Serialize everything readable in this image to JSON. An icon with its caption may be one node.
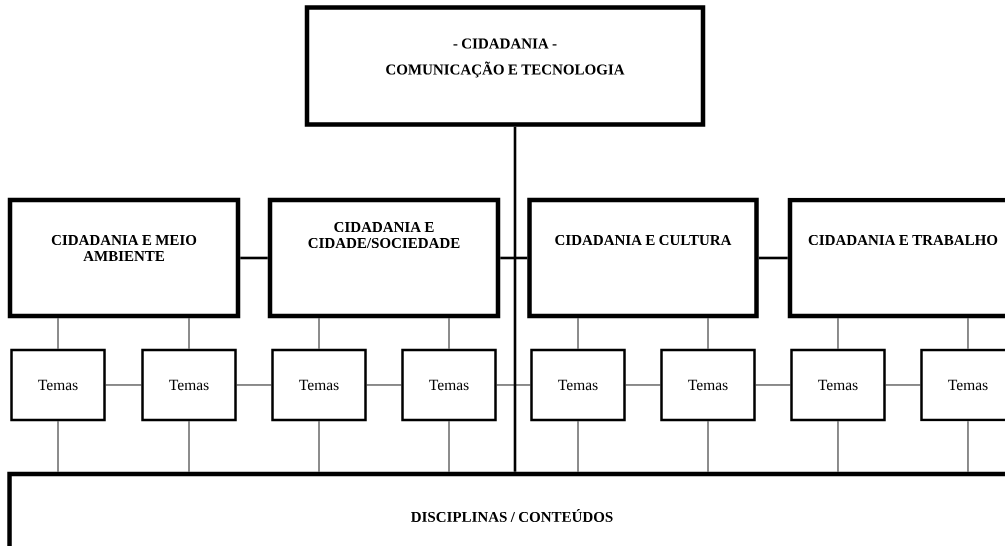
{
  "diagram": {
    "nodes": [
      {
        "text": [
          "- CIDADANIA -",
          "COMUNICAÇÃO E TECNOLOGIA"
        ]
      },
      {
        "text": [
          "CIDADANIA E MEIO AMBIENTE"
        ]
      },
      {
        "text": [
          "CIDADANIA E CIDADE/SOCIEDADE"
        ]
      },
      {
        "text": [
          "CIDADANIA E CULTURA"
        ]
      },
      {
        "text": [
          "CIDADANIA E TRABALHO"
        ]
      },
      {
        "text": [
          "Temas"
        ]
      },
      {
        "text": [
          "Temas"
        ]
      },
      {
        "text": [
          "Temas"
        ]
      },
      {
        "text": [
          "Temas"
        ]
      },
      {
        "text": [
          "Temas"
        ]
      },
      {
        "text": [
          "Temas"
        ]
      },
      {
        "text": [
          "Temas"
        ]
      },
      {
        "text": [
          "Temas"
        ]
      },
      {
        "text": [
          "DISCIPLINAS / CONTEÚDOS"
        ]
      }
    ],
    "edges": [
      {
        "from": 0,
        "to": 13,
        "arrow": "none",
        "style": "thick"
      },
      {
        "from": 1,
        "to": 2,
        "arrow": "none",
        "style": "thick"
      },
      {
        "from": 2,
        "to": 3,
        "arrow": "none",
        "style": "thick"
      },
      {
        "from": 3,
        "to": 4,
        "arrow": "none",
        "style": "thick"
      },
      {
        "from": 1,
        "to": 5,
        "arrow": "none"
      },
      {
        "from": 1,
        "to": 6,
        "arrow": "none"
      },
      {
        "from": 2,
        "to": 7,
        "arrow": "none"
      },
      {
        "from": 2,
        "to": 8,
        "arrow": "none"
      },
      {
        "from": 3,
        "to": 9,
        "arrow": "none"
      },
      {
        "from": 3,
        "to": 10,
        "arrow": "none"
      },
      {
        "from": 4,
        "to": 11,
        "arrow": "none"
      },
      {
        "from": 4,
        "to": 12,
        "arrow": "none"
      },
      {
        "from": 5,
        "to": 6,
        "arrow": "none"
      },
      {
        "from": 6,
        "to": 7,
        "arrow": "none"
      },
      {
        "from": 7,
        "to": 8,
        "arrow": "none"
      },
      {
        "from": 8,
        "to": 9,
        "arrow": "none"
      },
      {
        "from": 9,
        "to": 10,
        "arrow": "none"
      },
      {
        "from": 10,
        "to": 11,
        "arrow": "none"
      },
      {
        "from": 11,
        "to": 12,
        "arrow": "none"
      },
      {
        "from": 5,
        "to": 13,
        "arrow": "none"
      },
      {
        "from": 6,
        "to": 13,
        "arrow": "none"
      },
      {
        "from": 7,
        "to": 13,
        "arrow": "none"
      },
      {
        "from": 8,
        "to": 13,
        "arrow": "none"
      },
      {
        "from": 9,
        "to": 13,
        "arrow": "none"
      },
      {
        "from": 10,
        "to": 13,
        "arrow": "none"
      },
      {
        "from": 11,
        "to": 13,
        "arrow": "none"
      },
      {
        "from": 12,
        "to": 13,
        "arrow": "none"
      }
    ]
  }
}
